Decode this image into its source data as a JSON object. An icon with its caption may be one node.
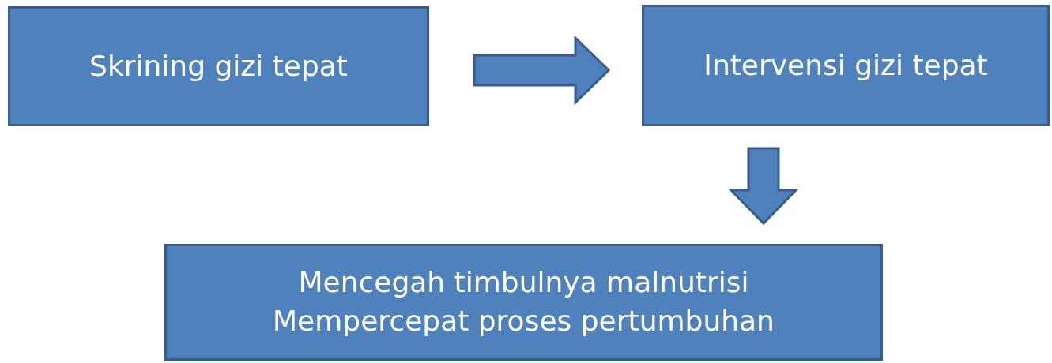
{
  "diagram": {
    "nodes": [
      {
        "text": [
          "Skrining gizi tepat"
        ]
      },
      {
        "text": [
          "Intervensi gizi tepat"
        ]
      },
      {
        "text": [
          "Mencegah timbulnya malnutrisi",
          "Mempercepat proses pertumbuhan"
        ]
      }
    ],
    "edges": [
      {
        "from": 0,
        "to": 1,
        "arrow": "to"
      },
      {
        "from": 1,
        "to": 2,
        "arrow": "to"
      }
    ]
  }
}
